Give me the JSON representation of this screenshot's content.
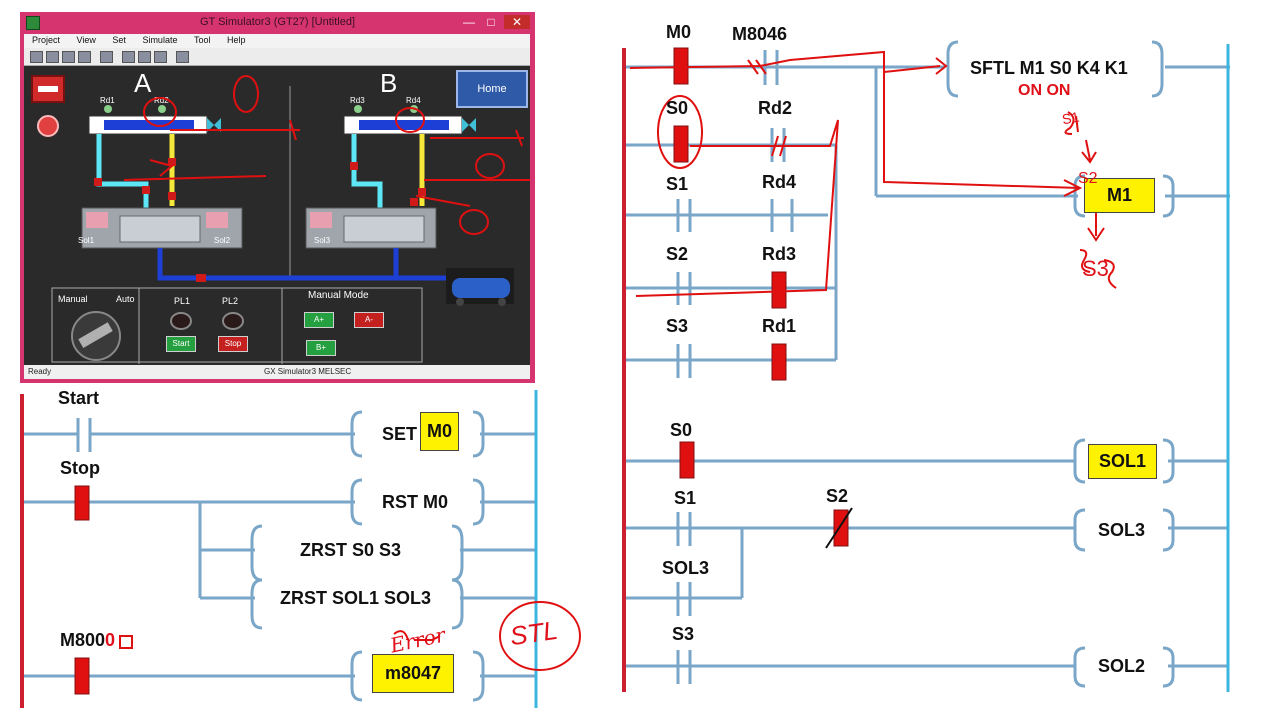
{
  "simulator": {
    "title": "GT Simulator3 (GT27)  [Untitled]",
    "window_controls": {
      "minimize": "—",
      "maximize": "□",
      "close": "✕"
    },
    "menu": [
      "Project",
      "View",
      "Set",
      "Simulate",
      "Tool",
      "Help"
    ],
    "screen": {
      "cyl_a_label": "A",
      "cyl_b_label": "B",
      "sensors": [
        "Rd1",
        "Rd2",
        "Rd3",
        "Rd4"
      ],
      "solenoids": [
        "Sol1",
        "Sol2",
        "Sol3"
      ],
      "home_button": "Home",
      "manual_label": "Manual",
      "auto_label": "Auto",
      "pilot_lamps": [
        "PL1",
        "PL2"
      ],
      "start_button": "Start",
      "stop_button": "Stop",
      "manual_mode_label": "Manual Mode",
      "a_plus": "A+",
      "a_minus": "A-",
      "b_plus": "B+"
    },
    "status_left": "Ready",
    "status_right": "GX Simulator3   MELSEC"
  },
  "ladder_left": {
    "start_contact": "Start",
    "set_instr": "SET",
    "set_dev": "M0",
    "stop_contact": "Stop",
    "rst_instr": "RST M0",
    "zrst1": "ZRST  S0  S3",
    "zrst2": "ZRST SOL1 SOL3",
    "m8000": "M800",
    "m8000_mark": "0",
    "m8047": "m8047",
    "annot_error": "Error",
    "annot_stl": "STL"
  },
  "ladder_right": {
    "m0": "M0",
    "m8046": "M8046",
    "sftl": "SFTL M1 S0 K4 K1",
    "sftl_annot": "ON  ON",
    "s0": "S0",
    "rd2": "Rd2",
    "s1": "S1",
    "rd4": "Rd4",
    "m1": "M1",
    "s2": "S2",
    "rd3": "Rd3",
    "s3": "S3",
    "rd1": "Rd1",
    "seq_note": [
      "S1",
      "S2",
      "S3"
    ],
    "s0b": "S0",
    "sol1": "SOL1",
    "s1b": "S1",
    "s2b": "S2",
    "sol3_out": "SOL3",
    "sol3_contact": "SOL3",
    "s3b": "S3",
    "sol2": "SOL2"
  },
  "colors": {
    "power_rail_left": "#cc2030",
    "power_rail_right": "#3bb6e0",
    "wire": "#7aa6c8",
    "contact_active": "#e01010",
    "highlight": "#fff200",
    "annotation": "#e01010",
    "window_frame": "#d6346f"
  }
}
